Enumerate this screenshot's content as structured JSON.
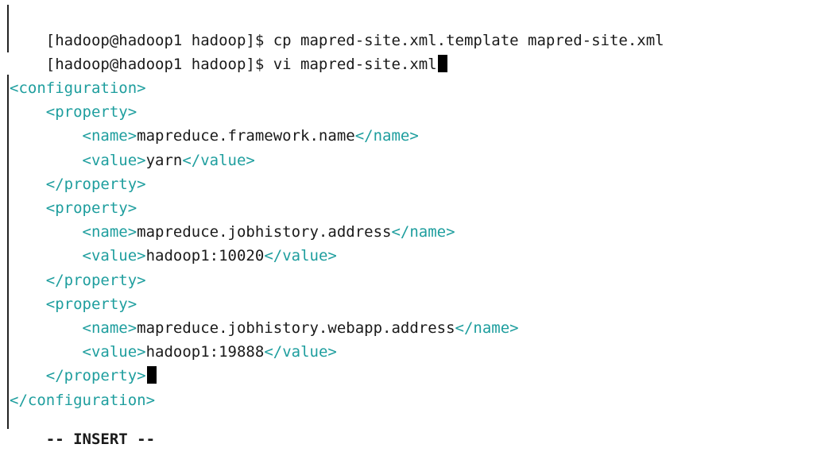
{
  "terminal": {
    "commands": [
      "[hadoop@hadoop1 hadoop]$ cp mapred-site.xml.template mapred-site.xml",
      "[hadoop@hadoop1 hadoop]$ vi mapred-site.xml"
    ],
    "editor": {
      "lines": [
        {
          "indent": "",
          "open": "<configuration>",
          "text": "",
          "close": ""
        },
        {
          "indent": "    ",
          "open": "<property>",
          "text": "",
          "close": ""
        },
        {
          "indent": "        ",
          "open": "<name>",
          "text": "mapreduce.framework.name",
          "close": "</name>"
        },
        {
          "indent": "        ",
          "open": "<value>",
          "text": "yarn",
          "close": "</value>"
        },
        {
          "indent": "    ",
          "open": "</property>",
          "text": "",
          "close": ""
        },
        {
          "indent": "    ",
          "open": "<property>",
          "text": "",
          "close": ""
        },
        {
          "indent": "        ",
          "open": "<name>",
          "text": "mapreduce.jobhistory.address",
          "close": "</name>"
        },
        {
          "indent": "        ",
          "open": "<value>",
          "text": "hadoop1:10020",
          "close": "</value>"
        },
        {
          "indent": "    ",
          "open": "</property>",
          "text": "",
          "close": ""
        },
        {
          "indent": "    ",
          "open": "<property>",
          "text": "",
          "close": ""
        },
        {
          "indent": "        ",
          "open": "<name>",
          "text": "mapreduce.jobhistory.webapp.address",
          "close": "</name>"
        },
        {
          "indent": "        ",
          "open": "<value>",
          "text": "hadoop1:19888",
          "close": "</value>"
        },
        {
          "indent": "    ",
          "open": "</property>",
          "text": "",
          "close": ""
        },
        {
          "indent": "",
          "open": "</configuration>",
          "text": "",
          "close": ""
        }
      ],
      "mode_label": "-- INSERT --"
    },
    "colors": {
      "tag": "#1e9e9e",
      "text": "#1a1a1a",
      "background": "#ffffff"
    }
  }
}
